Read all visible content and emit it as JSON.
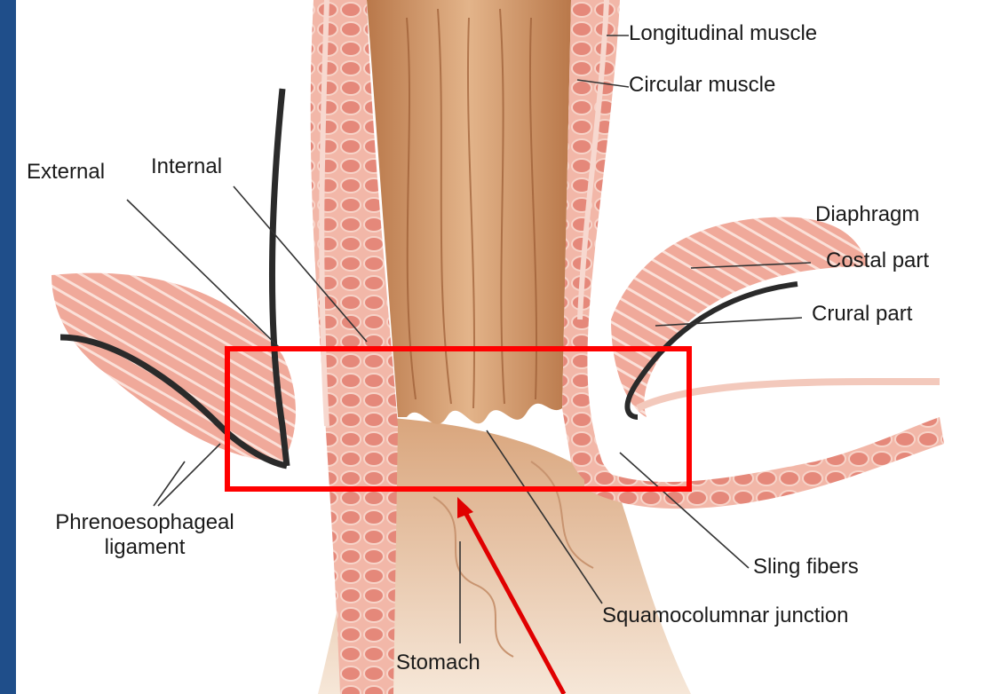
{
  "labels": {
    "longitudinal_muscle": "Longitudinal muscle",
    "circular_muscle": "Circular muscle",
    "external": "External",
    "internal": "Internal",
    "diaphragm": "Diaphragm",
    "costal_part": "Costal part",
    "crural_part": "Crural part",
    "phrenoesophageal_line1": "Phrenoesophageal",
    "phrenoesophageal_line2": "ligament",
    "sling_fibers": "Sling fibers",
    "squamocolumnar_junction": "Squamocolumnar junction",
    "stomach": "Stomach"
  },
  "colors": {
    "frame_background": "#1f4e8a",
    "highlight_box": "#ff0000",
    "pointer_arrow": "#e00000",
    "mucosa": "#c98a5a",
    "muscle": "#e89a8e",
    "ligament": "#2a2a2a"
  }
}
